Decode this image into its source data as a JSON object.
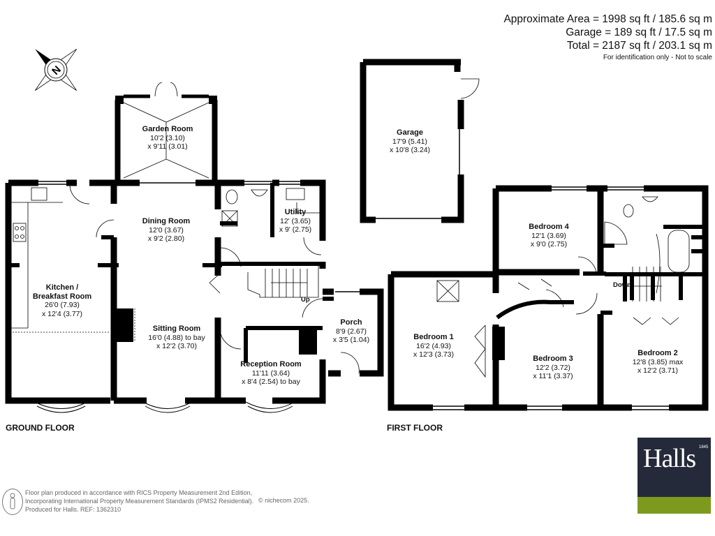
{
  "header": {
    "approximate_area": "Approximate Area = 1998 sq ft / 185.6 sq m",
    "garage_area": "Garage = 189 sq ft / 17.5 sq m",
    "total_area": "Total = 2187 sq ft / 203.1 sq m",
    "disclaimer": "For identification only - Not to scale"
  },
  "compass": {
    "icon": "compass-north-icon",
    "label": "N"
  },
  "ground_floor": {
    "label": "GROUND FLOOR",
    "rooms": [
      {
        "name": "Garden Room",
        "dim1": "10'2 (3.10)",
        "dim2": "x 9'11 (3.01)"
      },
      {
        "name": "Kitchen /",
        "name2": "Breakfast Room",
        "dim1": "26'0 (7.93)",
        "dim2": "x 12'4 (3.77)"
      },
      {
        "name": "Dining Room",
        "dim1": "12'0 (3.67)",
        "dim2": "x 9'2 (2.80)"
      },
      {
        "name": "Sitting Room",
        "dim1": "16'0 (4.88) to bay",
        "dim2": "x 12'2 (3.70)"
      },
      {
        "name": "Utility",
        "dim1": "12' (3.65)",
        "dim2": "x 9' (2.75)"
      },
      {
        "name": "Reception Room",
        "dim1": "11'11 (3.64)",
        "dim2": "x 8'4 (2.54) to bay"
      },
      {
        "name": "Porch",
        "dim1": "8'9 (2.67)",
        "dim2": "x 3'5 (1.04)"
      }
    ],
    "stairs_label": "Up"
  },
  "garage": {
    "name": "Garage",
    "dim1": "17'9 (5.41)",
    "dim2": "x 10'8 (3.24)"
  },
  "first_floor": {
    "label": "FIRST FLOOR",
    "rooms": [
      {
        "name": "Bedroom 4",
        "dim1": "12'1 (3.69)",
        "dim2": "x 9'0 (2.75)"
      },
      {
        "name": "Bedroom 1",
        "dim1": "16'2 (4.93)",
        "dim2": "x 12'3 (3.73)"
      },
      {
        "name": "Bedroom 3",
        "dim1": "12'2 (3.72)",
        "dim2": "x 11'1 (3.37)"
      },
      {
        "name": "Bedroom 2",
        "dim1": "12'8 (3.85) max",
        "dim2": "x 12'2 (3.71)"
      }
    ],
    "stairs_label": "Down"
  },
  "footer": {
    "line1": "Floor plan produced in accordance with RICS Property Measurement 2nd Edition,",
    "line2": "Incorporating International Property Measurement Standards (IPMS2 Residential).",
    "line3": "Produced for Halls.   REF: 1362310",
    "copyright": "© nichecom 2025."
  },
  "logo": {
    "brand": "Halls",
    "year": "1845",
    "colors": {
      "navy": "#252a3a",
      "green": "#7d9a1e"
    }
  }
}
